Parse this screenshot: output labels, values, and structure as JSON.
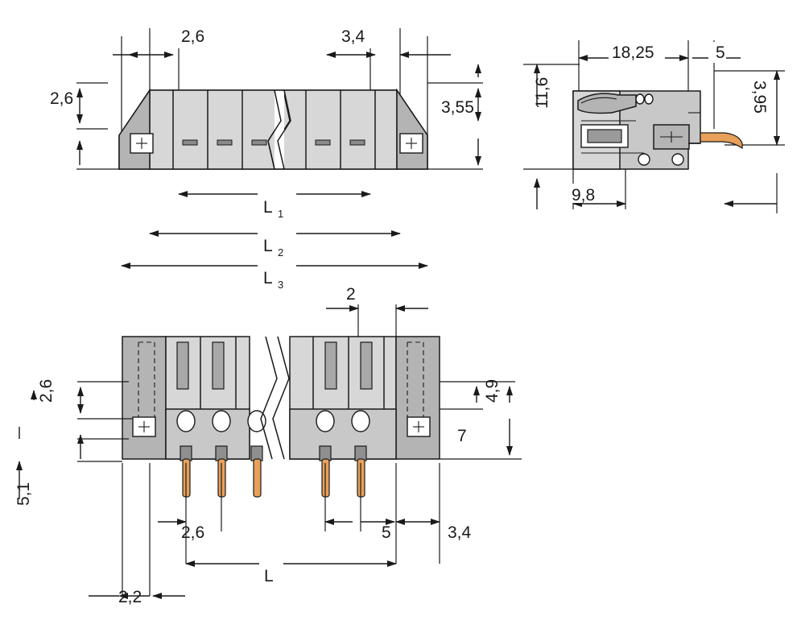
{
  "drawing": {
    "title": "Connector technical drawing - three orthographic views with dimensions",
    "units": "mm",
    "views": [
      {
        "name": "top-view",
        "label": ""
      },
      {
        "name": "side-view",
        "label": ""
      },
      {
        "name": "front-view",
        "label": ""
      }
    ]
  },
  "dimensions": {
    "top_view": [
      {
        "id": "d-2-6-top-left",
        "value": "2,6"
      },
      {
        "id": "d-3-4-top",
        "value": "3,4"
      },
      {
        "id": "d-2-6-left",
        "value": "2,6"
      },
      {
        "id": "d-3-55",
        "value": "3,55"
      },
      {
        "id": "d-l1",
        "value": "L",
        "sub": "1"
      },
      {
        "id": "d-l2",
        "value": "L",
        "sub": "2"
      },
      {
        "id": "d-l3",
        "value": "L",
        "sub": "3"
      }
    ],
    "side_view": [
      {
        "id": "d-18-25",
        "value": "18,25"
      },
      {
        "id": "d-5-side",
        "value": "5"
      },
      {
        "id": "d-3-95",
        "value": "3,95"
      },
      {
        "id": "d-11-6",
        "value": "11,6"
      },
      {
        "id": "d-9-8",
        "value": "9,8"
      }
    ],
    "front_view": [
      {
        "id": "d-2-front-top",
        "value": "2"
      },
      {
        "id": "d-2-6-front-left",
        "value": "2,6"
      },
      {
        "id": "d-4-9",
        "value": "4,9"
      },
      {
        "id": "d-7",
        "value": "7"
      },
      {
        "id": "d-5-1",
        "value": "5,1"
      },
      {
        "id": "d-2-6-front-bottom",
        "value": "2,6"
      },
      {
        "id": "d-5-front-bottom",
        "value": "5"
      },
      {
        "id": "d-3-4-front-bottom",
        "value": "3,4"
      },
      {
        "id": "d-l-front",
        "value": "L"
      },
      {
        "id": "d-2-2",
        "value": "2,2"
      }
    ]
  }
}
